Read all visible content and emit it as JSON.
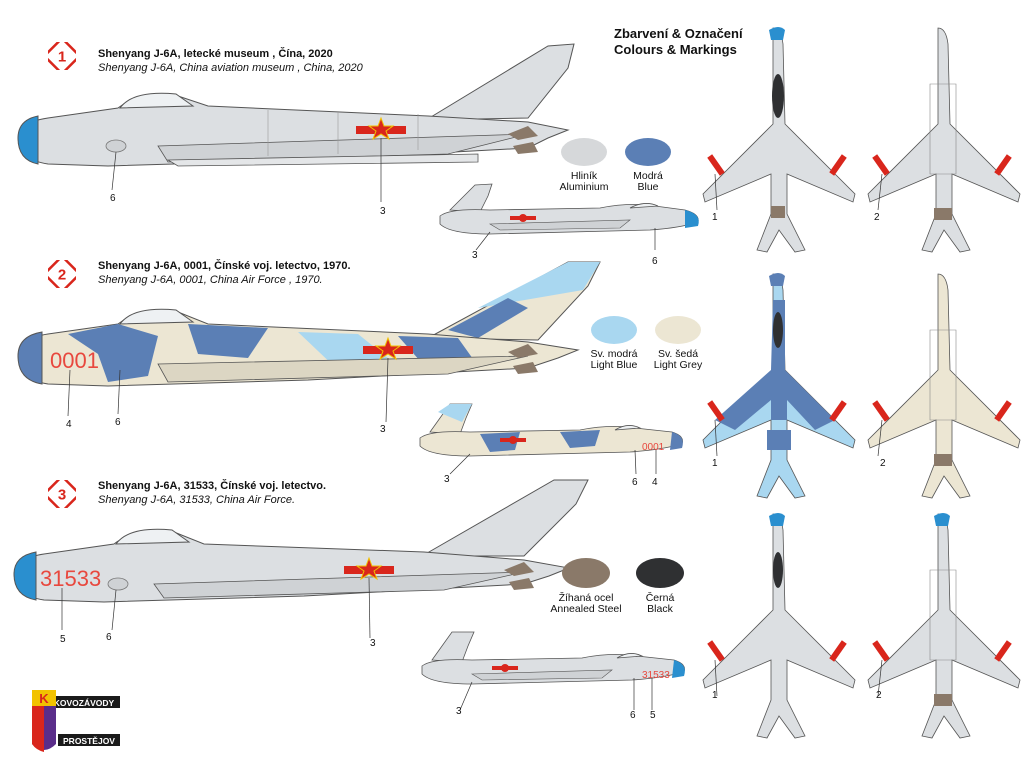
{
  "header": {
    "line1": "Zbarvení & Označení",
    "line2": "Colours & Markings"
  },
  "variants": [
    {
      "number": "1",
      "title_cz": "Shenyang J-6A, letecké museum , Čína, 2020",
      "title_en": "Shenyang J-6A, China aviation museum , China, 2020",
      "serial": "",
      "callouts_large": [
        "6",
        "3"
      ],
      "callouts_small": [
        "3",
        "6"
      ],
      "callouts_plan": [
        "1",
        "2"
      ]
    },
    {
      "number": "2",
      "title_cz": "Shenyang J-6A, 0001, Čínské voj. letectvo, 1970.",
      "title_en": "Shenyang J-6A, 0001, China Air Force , 1970.",
      "serial": "0001",
      "callouts_large": [
        "4",
        "6",
        "3"
      ],
      "callouts_small": [
        "3",
        "6",
        "4"
      ],
      "callouts_plan": [
        "1",
        "2"
      ]
    },
    {
      "number": "3",
      "title_cz": "Shenyang J-6A, 31533, Čínské voj. letectvo.",
      "title_en": "Shenyang J-6A, 31533,  China Air Force.",
      "serial": "31533",
      "callouts_large": [
        "5",
        "6",
        "3"
      ],
      "callouts_small": [
        "3",
        "6",
        "5"
      ],
      "callouts_plan": [
        "1",
        "2"
      ]
    }
  ],
  "swatches": [
    {
      "cz": "Hliník",
      "en": "Aluminium",
      "color": "#d6d8da"
    },
    {
      "cz": "Modrá",
      "en": "Blue",
      "color": "#5b7fb5"
    },
    {
      "cz": "Sv. modrá",
      "en": "Light Blue",
      "color": "#a9d7f0"
    },
    {
      "cz": "Sv. šedá",
      "en": "Light Grey",
      "color": "#ece6d3"
    },
    {
      "cz": "Žíhaná ocel",
      "en": "Annealed Steel",
      "color": "#8a7969"
    },
    {
      "cz": "Černá",
      "en": "Black",
      "color": "#2f3032"
    }
  ],
  "logo": {
    "line1": "KOVOZÁVODY",
    "line2": "PROSTĚJOV",
    "letter": "K"
  },
  "colors": {
    "red": "#d9261c",
    "nose_blue": "#2a8fcf",
    "star_yellow": "#f2c200"
  }
}
